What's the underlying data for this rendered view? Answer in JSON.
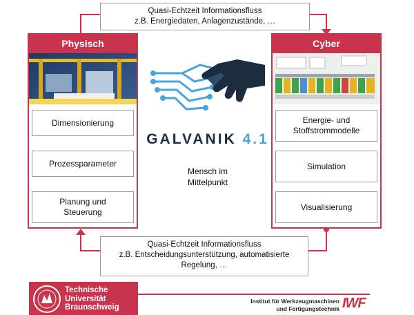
{
  "top_flow": {
    "line1": "Quasi-Echtzeit Informationsfluss",
    "line2": "z.B. Energiedaten, Anlagenzustände, …"
  },
  "bottom_flow": {
    "line1": "Quasi-Echtzeit Informationsfluss",
    "line2": "z.B. Entscheidungsunterstützung, automatisierte",
    "line3": "Regelung, …"
  },
  "left_column": {
    "title": "Physisch",
    "items": [
      {
        "line1": "Dimensionierung",
        "line2": ""
      },
      {
        "line1": "Prozessparameter",
        "line2": ""
      },
      {
        "line1": "Planung und",
        "line2": "Steuerung"
      }
    ]
  },
  "right_column": {
    "title": "Cyber",
    "items": [
      {
        "line1": "Energie- und",
        "line2": "Stoffstrommodelle"
      },
      {
        "line1": "Simulation",
        "line2": ""
      },
      {
        "line1": "Visualisierung",
        "line2": ""
      }
    ]
  },
  "center": {
    "logo_text": "GALVANIK",
    "logo_version": "4.1",
    "caption_line1": "Mensch im",
    "caption_line2": "Mittelpunkt"
  },
  "footer": {
    "tu_line1": "Technische",
    "tu_line2": "Universität",
    "tu_line3": "Braunschweig",
    "institute_line1": "Institut für Werkzeugmaschinen",
    "institute_line2": "und Fertigungstechnik",
    "iwf_logo": "IWF"
  },
  "colors": {
    "accent": "#c9344d",
    "logo_blue": "#2e4a6b",
    "logo_dark": "#1d2d3f"
  }
}
